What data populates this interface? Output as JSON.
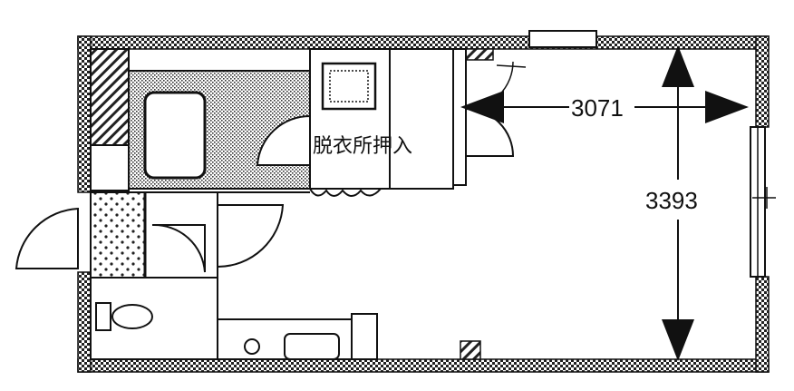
{
  "labels": {
    "room_labels": "脱衣所押入",
    "width_dim": "3071",
    "height_dim": "3393"
  }
}
